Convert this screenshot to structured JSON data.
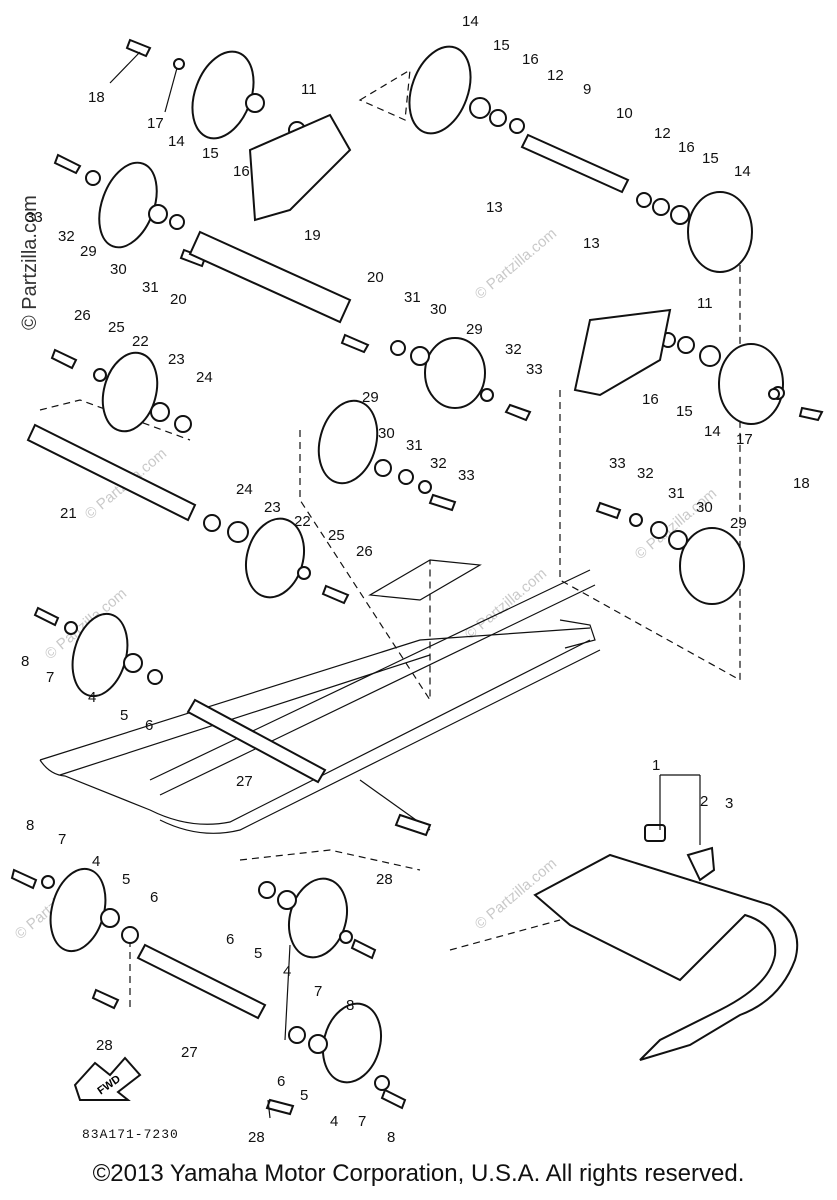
{
  "watermark_side": "© Partzilla.com",
  "watermark_tile": "© Partzilla.com",
  "diagram_code": "83A171-7230",
  "fwd_label": "FWD",
  "copyright": "©2013 Yamaha Motor Corporation, U.S.A. All rights reserved.",
  "callouts": [
    "14",
    "15",
    "16",
    "12",
    "9",
    "10",
    "18",
    "17",
    "14",
    "15",
    "16",
    "11",
    "13",
    "12",
    "16",
    "15",
    "14",
    "13",
    "33",
    "32",
    "29",
    "30",
    "31",
    "19",
    "20",
    "20",
    "26",
    "25",
    "22",
    "23",
    "24",
    "31",
    "30",
    "29",
    "32",
    "33",
    "11",
    "16",
    "15",
    "14",
    "17",
    "18",
    "29",
    "30",
    "31",
    "32",
    "33",
    "21",
    "24",
    "23",
    "22",
    "25",
    "26",
    "33",
    "32",
    "31",
    "30",
    "29",
    "8",
    "7",
    "4",
    "5",
    "6",
    "27",
    "1",
    "2",
    "3",
    "28",
    "8",
    "7",
    "4",
    "5",
    "6",
    "6",
    "5",
    "4",
    "7",
    "8",
    "28",
    "27",
    "6",
    "5",
    "4",
    "7",
    "8",
    "28"
  ]
}
